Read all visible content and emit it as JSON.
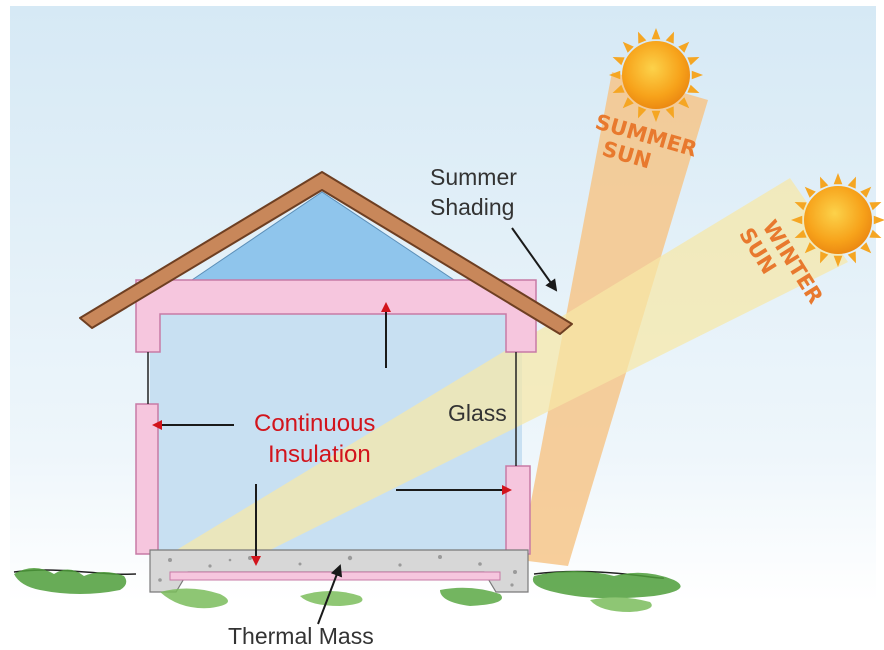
{
  "labels": {
    "summer_shading": [
      "Summer",
      "Shading"
    ],
    "glass": "Glass",
    "continuous_insulation": [
      "Continuous",
      "Insulation"
    ],
    "thermal_mass": "Thermal Mass",
    "summer_sun": [
      "SUMMER",
      "SUN"
    ],
    "winter_sun": [
      "WINTER",
      "SUN"
    ]
  },
  "colors": {
    "sky_top": "#d6e9f5",
    "sky_bottom": "#ffffff",
    "insulation": "#f6c6de",
    "insulation_edge": "#c77aa5",
    "roof": "#c8875a",
    "roof_edge": "#6e3f22",
    "attic_glass": "#8fc5ec",
    "interior": "#c8e0f2",
    "summer_beam": "#f6c68a",
    "winter_beam": "#f7e7a6",
    "sun_core": "#f7a21a",
    "sun_ray": "#f5a623",
    "arrow_red": "#d2141c",
    "label_red": "#d2141c",
    "slab": "#d7d7d7",
    "grass": "#4e9e3a"
  }
}
